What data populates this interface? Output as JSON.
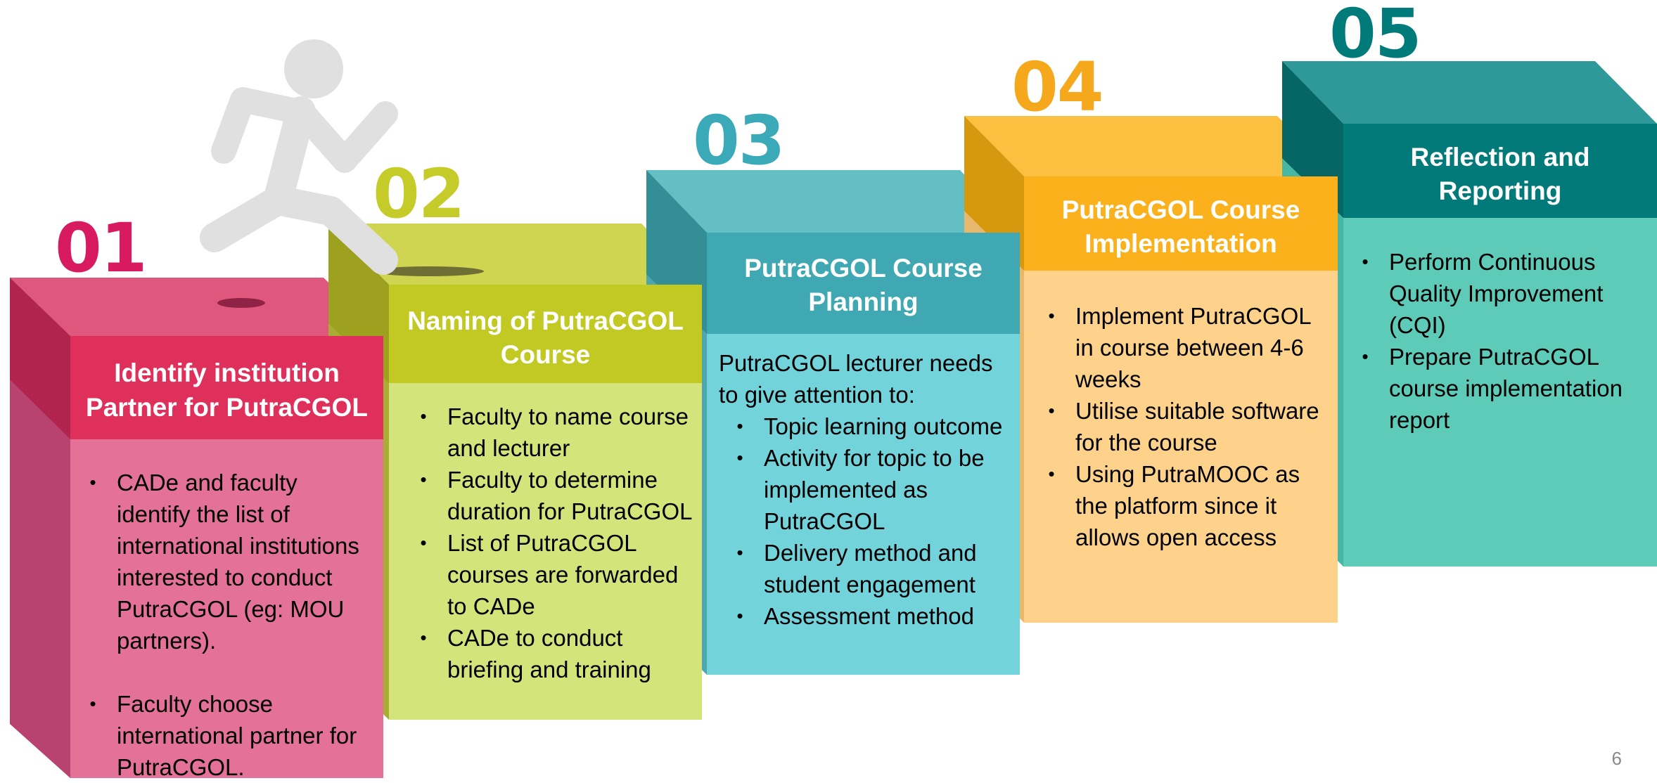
{
  "steps": [
    {
      "number": "01",
      "title": "Identify institution Partner for PutraCGOL",
      "intro": "",
      "bullets": [
        "CADe and faculty identify the list of international institutions interested to conduct PutraCGOL (eg: MOU partners).",
        "Faculty choose international partner for PutraCGOL."
      ]
    },
    {
      "number": "02",
      "title": "Naming of PutraCGOL Course",
      "intro": "",
      "bullets": [
        "Faculty to name course and lecturer",
        "Faculty to determine duration for PutraCGOL",
        "List of PutraCGOL courses are forwarded to CADe",
        "CADe to conduct briefing and training"
      ]
    },
    {
      "number": "03",
      "title": "PutraCGOL Course Planning",
      "intro": "PutraCGOL lecturer needs to give attention to:",
      "bullets": [
        "Topic learning outcome",
        "Activity for topic to be implemented as PutraCGOL",
        "Delivery method and student engagement",
        "Assessment method"
      ]
    },
    {
      "number": "04",
      "title": "PutraCGOL Course Implementation",
      "intro": "",
      "bullets": [
        "Implement PutraCGOL in course between 4-6 weeks",
        "Utilise suitable software for the course",
        "Using PutraMOOC as the platform since it allows open access"
      ]
    },
    {
      "number": "05",
      "title": "Reflection and Reporting",
      "intro": "",
      "bullets": [
        "Perform Continuous Quality Improvement (CQI)",
        "Prepare PutraCGOL course implementation report"
      ]
    }
  ],
  "icons": {
    "runner": "running-person-icon"
  },
  "colors": {
    "step1": "#d81b60",
    "step2": "#c5cc2a",
    "step3": "#3aa9b8",
    "step4": "#f6a81c",
    "step5": "#007b7a",
    "runner": "#e0e0e0"
  },
  "page_number": "6"
}
